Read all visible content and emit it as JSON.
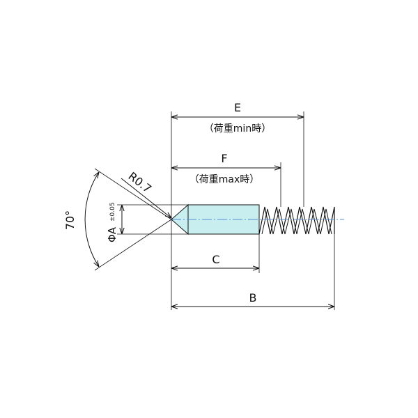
{
  "labels": {
    "E": "E",
    "E_note": "（荷重min時）",
    "F": "F",
    "F_note": "（荷重max時）",
    "C": "C",
    "B": "B",
    "radius": "R0.7",
    "angle": "70°",
    "diameter": "ΦA",
    "tolerance": "±0.05"
  },
  "colors": {
    "line": "#111111",
    "body_fill": "#c8eef0",
    "center_line": "#5a8fd0",
    "background": "#ffffff"
  }
}
